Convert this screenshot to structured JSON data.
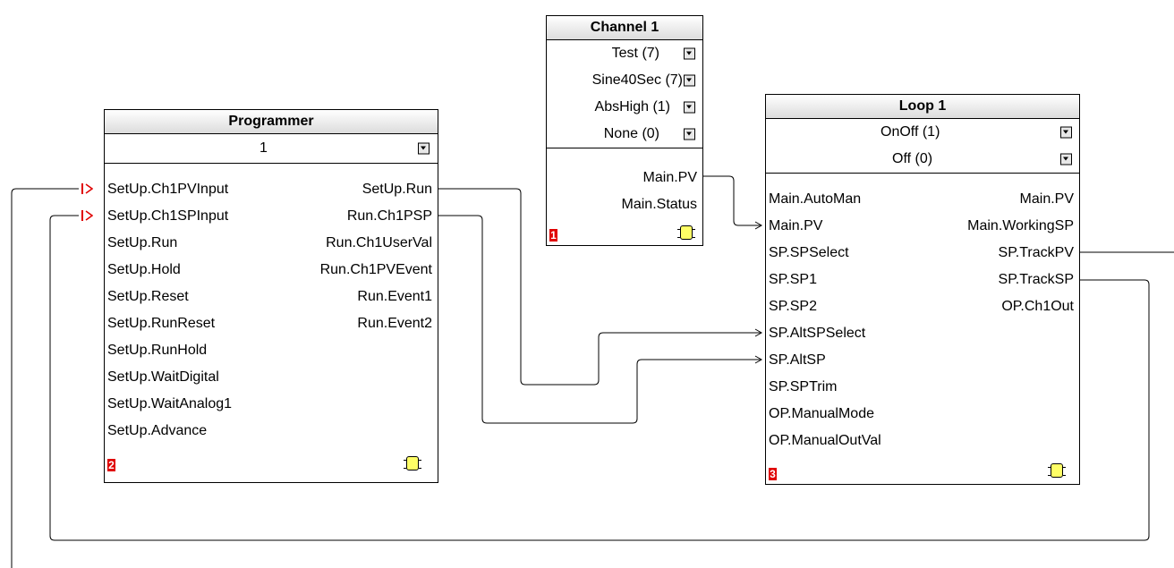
{
  "channel": {
    "title": "Channel 1",
    "params": [
      "Test (7)",
      "Sine40Sec (7)",
      "AbsHigh (1)",
      "None (0)"
    ],
    "outputs": [
      "Main.PV",
      "Main.Status"
    ],
    "number": "1"
  },
  "programmer": {
    "title": "Programmer",
    "params": [
      "1"
    ],
    "inputs": [
      "SetUp.Ch1PVInput",
      "SetUp.Ch1SPInput",
      "SetUp.Run",
      "SetUp.Hold",
      "SetUp.Reset",
      "SetUp.RunReset",
      "SetUp.RunHold",
      "SetUp.WaitDigital",
      "SetUp.WaitAnalog1",
      "SetUp.Advance"
    ],
    "outputs": [
      "SetUp.Run",
      "Run.Ch1PSP",
      "Run.Ch1UserVal",
      "Run.Ch1PVEvent",
      "Run.Event1",
      "Run.Event2"
    ],
    "number": "2"
  },
  "loop": {
    "title": "Loop 1",
    "params": [
      "OnOff (1)",
      "Off (0)"
    ],
    "inputs": [
      "Main.AutoMan",
      "Main.PV",
      "SP.SPSelect",
      "SP.SP1",
      "SP.SP2",
      "SP.AltSPSelect",
      "SP.AltSP",
      "SP.SPTrim",
      "OP.ManualMode",
      "OP.ManualOutVal"
    ],
    "outputs": [
      "Main.PV",
      "Main.WorkingSP",
      "SP.TrackPV",
      "SP.TrackSP",
      "OP.Ch1Out"
    ],
    "number": "3"
  },
  "colors": {
    "wire": "#000000",
    "badge": "#e00000",
    "chip": "#ffff66",
    "marker": "#e00000"
  },
  "icons": {
    "dropdown": "dropdown-arrow-icon",
    "function_block": "chip-icon",
    "input_marker": "input-connector-icon"
  }
}
